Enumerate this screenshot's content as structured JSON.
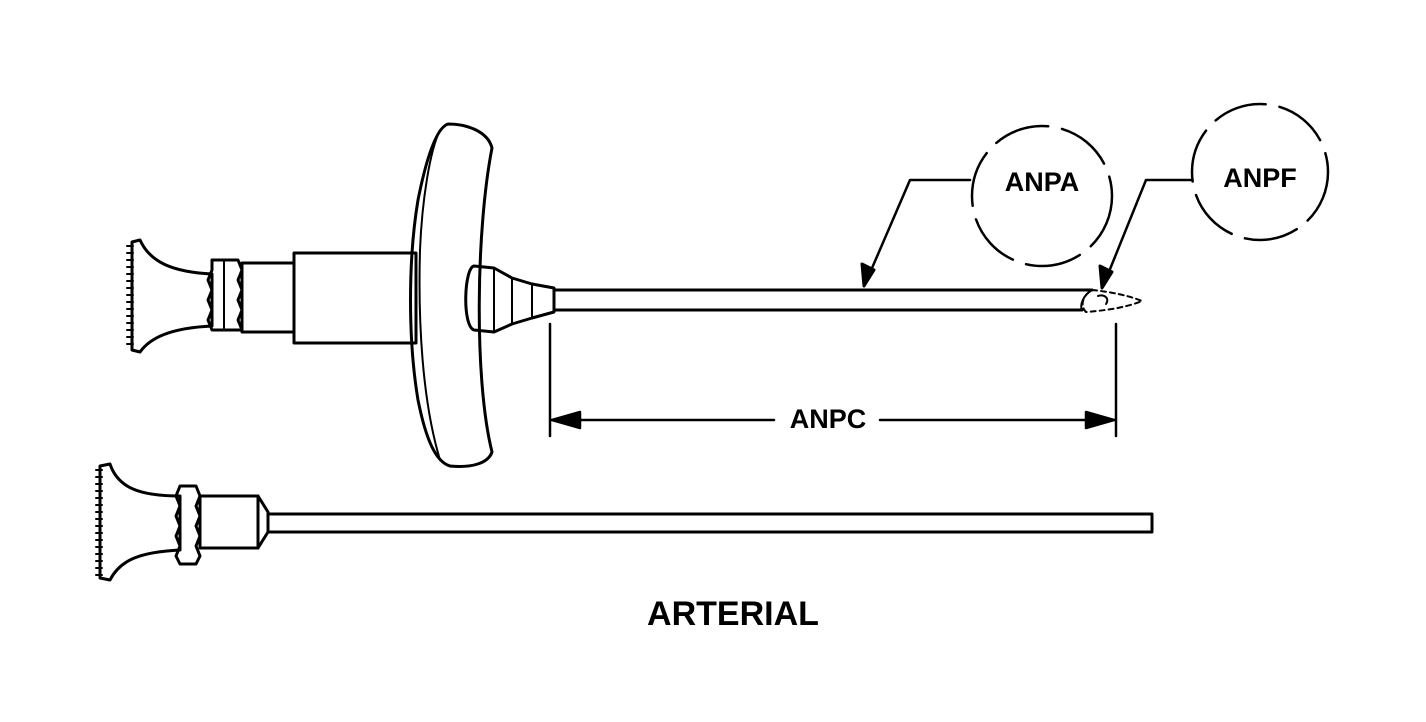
{
  "labels": {
    "anpa": "ANPA",
    "anpf": "ANPF",
    "anpc": "ANPC",
    "caption": "ARTERIAL"
  },
  "colors": {
    "ink": "#000000",
    "paper": "#ffffff"
  }
}
